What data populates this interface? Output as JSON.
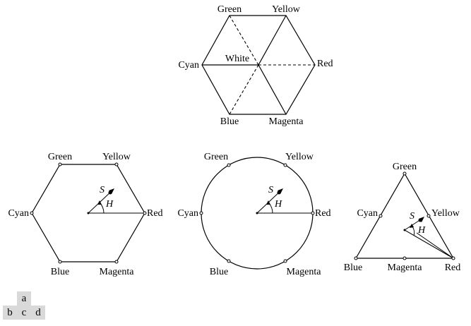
{
  "panel_a": {
    "labels": {
      "green": "Green",
      "yellow": "Yellow",
      "cyan": "Cyan",
      "white": "White",
      "red": "Red",
      "blue": "Blue",
      "magenta": "Magenta"
    }
  },
  "panel_b": {
    "labels": {
      "green": "Green",
      "yellow": "Yellow",
      "cyan": "Cyan",
      "red": "Red",
      "blue": "Blue",
      "magenta": "Magenta",
      "s": "S",
      "h": "H"
    }
  },
  "panel_c": {
    "labels": {
      "green": "Green",
      "yellow": "Yellow",
      "cyan": "Cyan",
      "red": "Red",
      "blue": "Blue",
      "magenta": "Magenta",
      "s": "S",
      "h": "H"
    }
  },
  "panel_d": {
    "labels": {
      "green": "Green",
      "yellow": "Yellow",
      "cyan": "Cyan",
      "red": "Red",
      "blue": "Blue",
      "magenta": "Magenta",
      "s": "S",
      "h": "H"
    }
  },
  "panel_key": {
    "a": "a",
    "b": "b",
    "c": "c",
    "d": "d"
  }
}
